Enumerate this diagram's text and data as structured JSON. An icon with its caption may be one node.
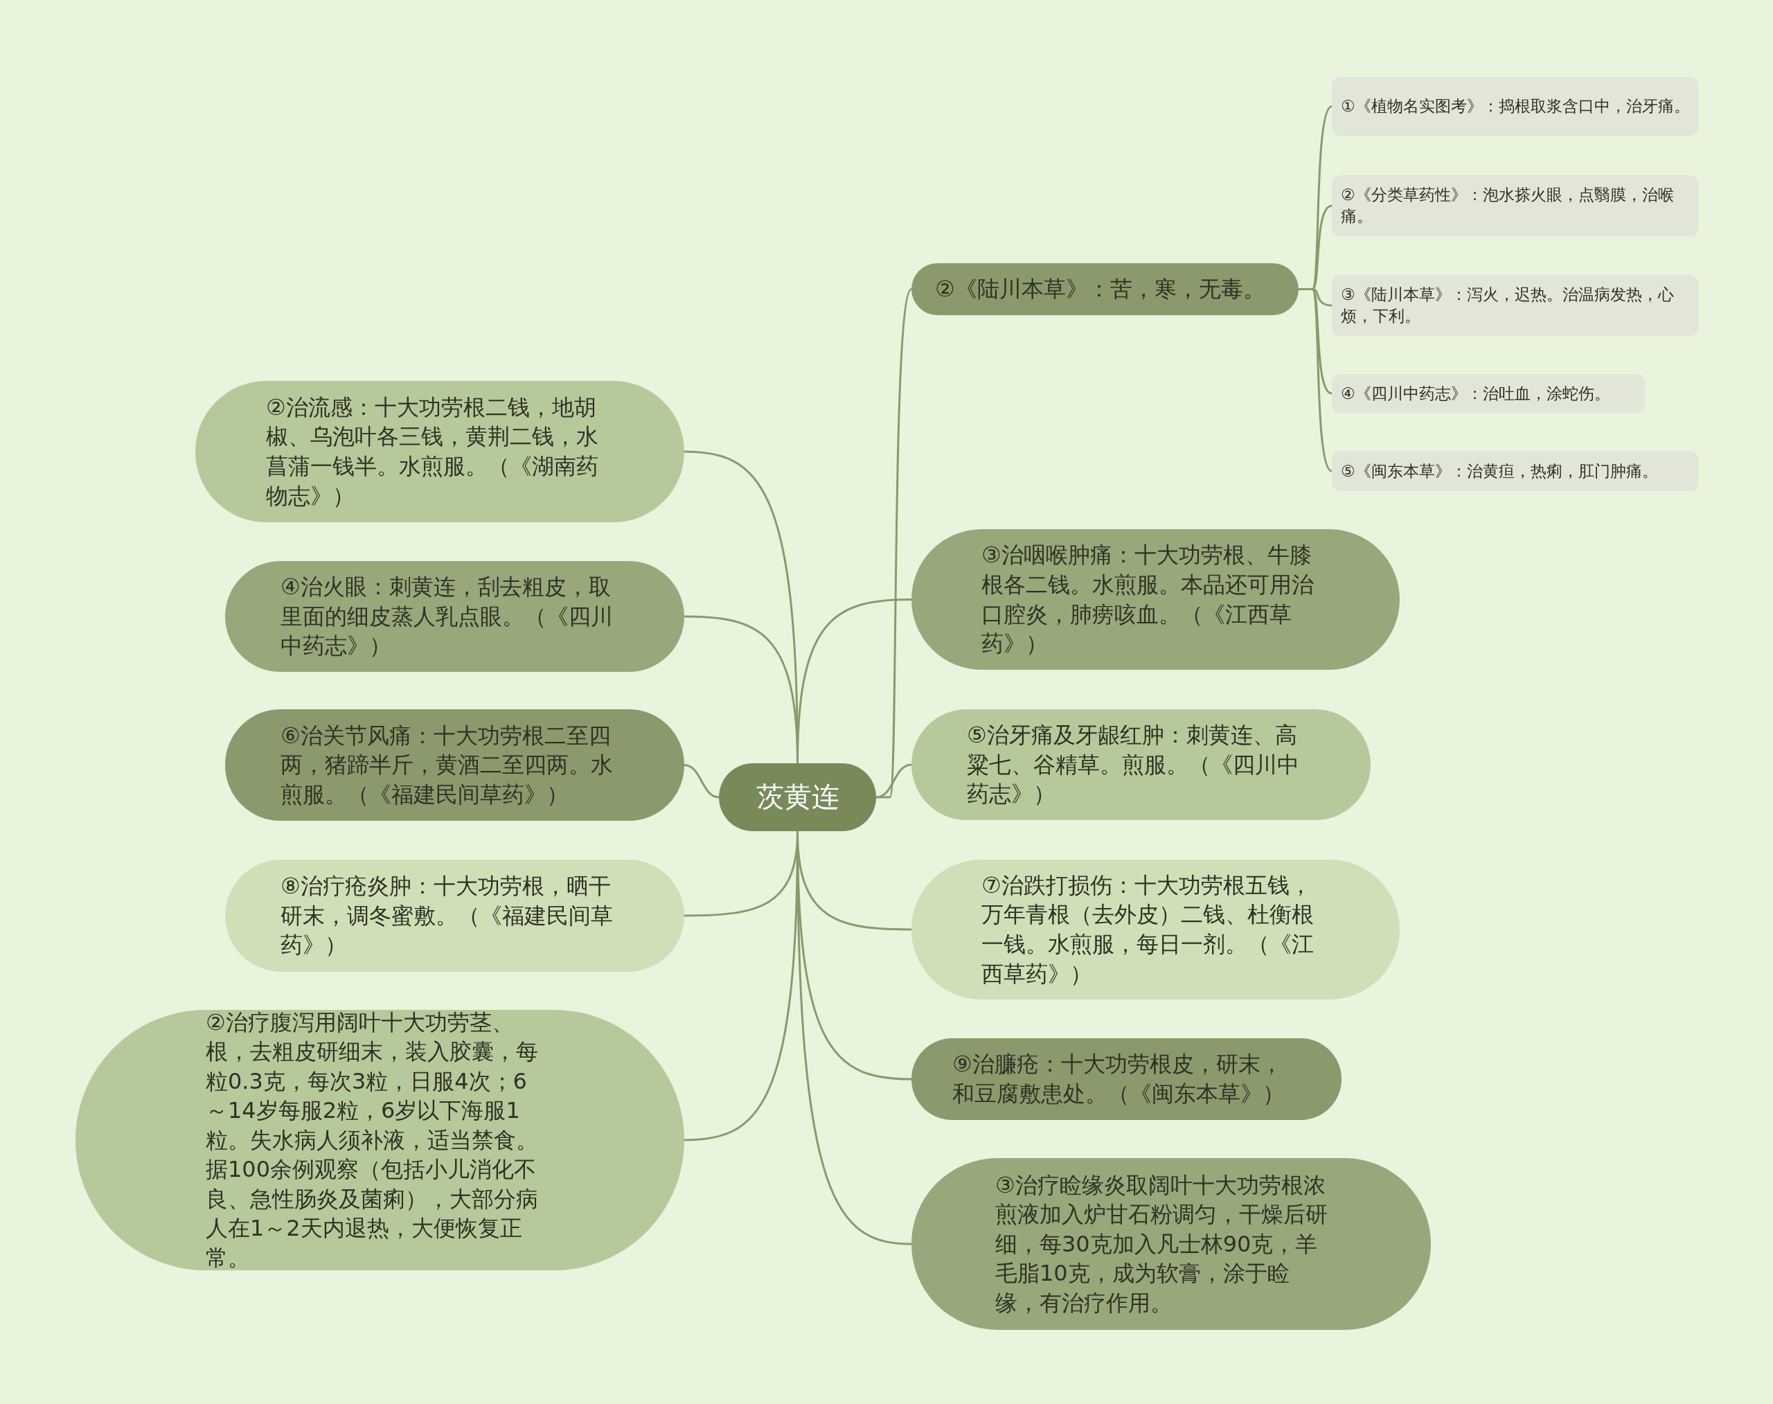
{
  "diagram": {
    "nodes": [
      {
        "text": [
          "茨黄连"
        ]
      },
      {
        "text": [
          "②《陆川本草》：苦，寒，无毒。"
        ]
      },
      {
        "text": [
          "①《植物名实图考》：捣根取浆含口中，治牙痛。"
        ]
      },
      {
        "text": [
          "②《分类草药性》：泡水搽火眼，点翳膜，治喉痛。"
        ]
      },
      {
        "text": [
          "③《陆川本草》：泻火，迟热。治温病发热，心烦，下利。"
        ]
      },
      {
        "text": [
          "④《四川中药志》：治吐血，涂蛇伤。"
        ]
      },
      {
        "text": [
          "⑤《闽东本草》：治黄疸，热痢，肛门肿痛。"
        ]
      },
      {
        "text": [
          "③治咽喉肿痛：十大功劳根、牛膝根各二钱。水煎服。本品还可用治口腔炎，肺痨咳血。（《江西草药》）"
        ]
      },
      {
        "text": [
          "⑤治牙痛及牙龈红肿：刺黄连、高粱七、谷精草。煎服。（《四川中药志》）"
        ]
      },
      {
        "text": [
          "⑦治跌打损伤：十大功劳根五钱，万年青根（去外皮）二钱、杜衡根一钱。水煎服，每日一剂。（《江西草药》）"
        ]
      },
      {
        "text": [
          "⑨治臁疮：十大功劳根皮，研末，和豆腐敷患处。（《闽东本草》）"
        ]
      },
      {
        "text": [
          "③治疗睑缘炎取阔叶十大功劳根浓煎液加入炉甘石粉调匀，干燥后研细，每30克加入凡士林90克，羊毛脂10克，成为软膏，涂于睑缘，有治疗作用。"
        ]
      },
      {
        "text": [
          "②治流感：十大功劳根二钱，地胡椒、乌泡叶各三钱，黄荆二钱，水菖蒲一钱半。水煎服。（《湖南药物志》）"
        ]
      },
      {
        "text": [
          "④治火眼：刺黄连，刮去粗皮，取里面的细皮蒸人乳点眼。（《四川中药志》）"
        ]
      },
      {
        "text": [
          "⑥治关节风痛：十大功劳根二至四两，猪蹄半斤，黄酒二至四两。水煎服。（《福建民间草药》）"
        ]
      },
      {
        "text": [
          "⑧治疔疮炎肿：十大功劳根，晒干研末，调冬蜜敷。（《福建民间草药》）"
        ]
      },
      {
        "text": [
          "②治疗腹泻用阔叶十大功劳茎、根，去粗皮研细末，装入胶囊，每粒0.3克，每次3粒，日服4次；6～14岁每服2粒，6岁以下海服1粒。失水病人须补液，适当禁食。据100余例观察（包括小儿消化不良、急性肠炎及菌痢），大部分病人在1～2天内退热，大便恢复正常。"
        ]
      }
    ],
    "edges": [
      {
        "from": 0,
        "to": 1,
        "arrow": "none"
      },
      {
        "from": 1,
        "to": 2,
        "arrow": "none"
      },
      {
        "from": 1,
        "to": 3,
        "arrow": "none"
      },
      {
        "from": 1,
        "to": 4,
        "arrow": "none"
      },
      {
        "from": 1,
        "to": 5,
        "arrow": "none"
      },
      {
        "from": 1,
        "to": 6,
        "arrow": "none"
      },
      {
        "from": 0,
        "to": 7,
        "arrow": "none"
      },
      {
        "from": 0,
        "to": 8,
        "arrow": "none"
      },
      {
        "from": 0,
        "to": 9,
        "arrow": "none"
      },
      {
        "from": 0,
        "to": 10,
        "arrow": "none"
      },
      {
        "from": 0,
        "to": 11,
        "arrow": "none"
      },
      {
        "from": 0,
        "to": 12,
        "arrow": "none"
      },
      {
        "from": 0,
        "to": 13,
        "arrow": "none"
      },
      {
        "from": 0,
        "to": 14,
        "arrow": "none"
      },
      {
        "from": 0,
        "to": 15,
        "arrow": "none"
      },
      {
        "from": 0,
        "to": 16,
        "arrow": "none"
      }
    ]
  }
}
